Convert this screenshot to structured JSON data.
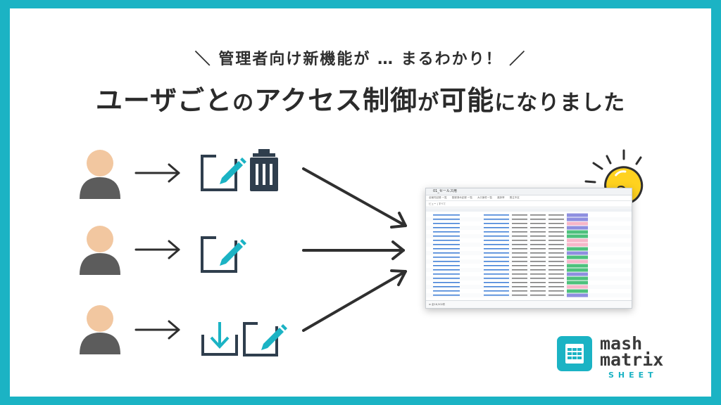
{
  "subtitle": "＼ 管理者向け新機能が … まるわかり！ ／",
  "title_part1": "ユーザごと",
  "title_part2": "の",
  "title_part3": "アクセス制御",
  "title_part4": "が",
  "title_part5": "可能",
  "title_part6": "になりました",
  "rows": [
    {
      "actions": [
        "edit-icon",
        "trash-icon"
      ]
    },
    {
      "actions": [
        "edit-icon"
      ]
    },
    {
      "actions": [
        "download-icon",
        "edit-icon"
      ]
    }
  ],
  "screenshot": {
    "window_title": "01_セールス用",
    "tabs": [
      "全案件記録 一覧",
      "登録済み記録 一覧",
      "大口案件一覧",
      "進捗率",
      "受注予定"
    ],
    "filter_label": "ビュー | すべて",
    "footer_text": "≡ 全16,502件"
  },
  "logo": {
    "line1": "mash",
    "line2": "matrix",
    "line3": "SHEET"
  },
  "colors": {
    "accent": "#1bb3c4",
    "icon_dark": "#2f3e4d",
    "person_head": "#f2c7a0",
    "person_body": "#5c5c5c",
    "bulb": "#ffd21f"
  }
}
